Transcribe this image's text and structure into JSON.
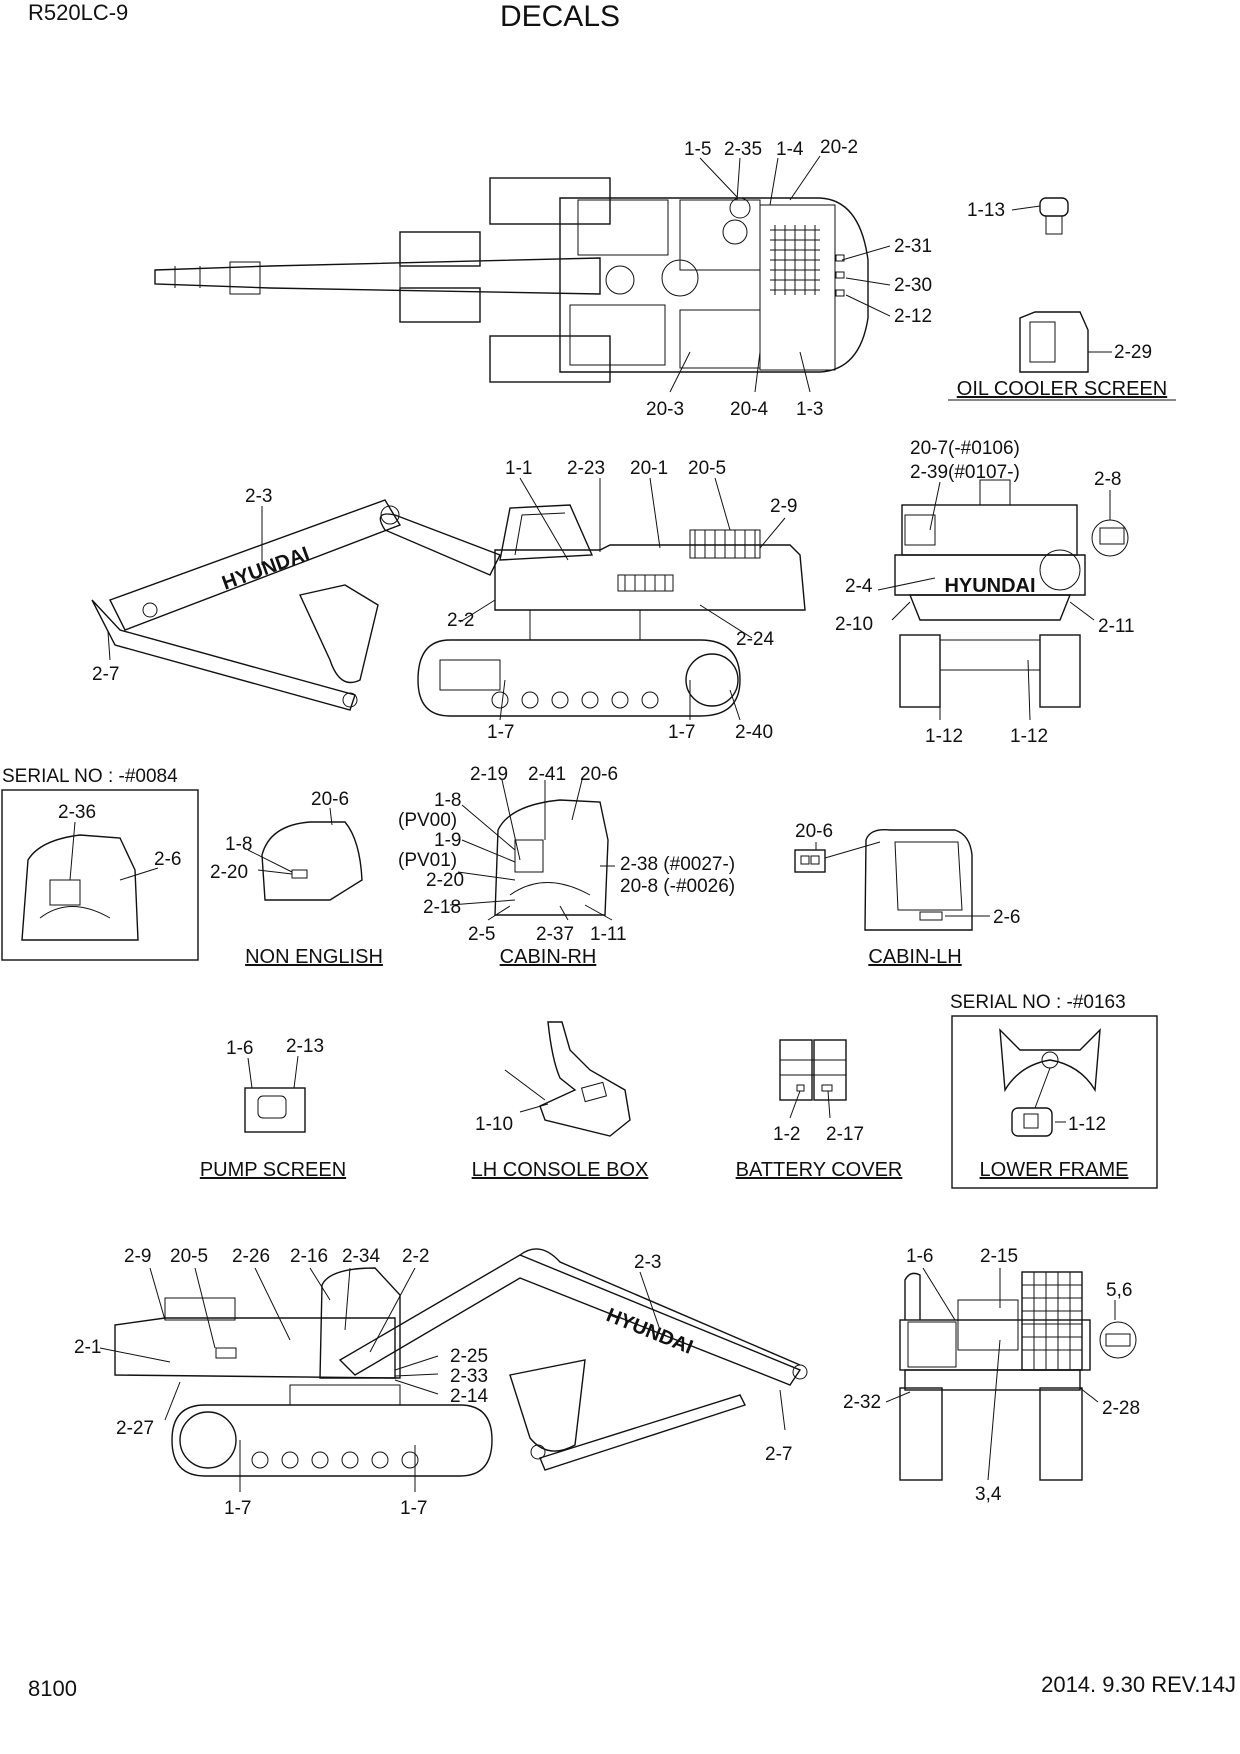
{
  "header": {
    "model": "R520LC-9",
    "title": "DECALS"
  },
  "footer": {
    "page": "8100",
    "date_rev": "2014. 9.30  REV.14J"
  },
  "branding": {
    "boom": "HYUNDAI",
    "rear": "HYUNDAI"
  },
  "views": {
    "top": {
      "labels": [
        "1-5",
        "2-35",
        "1-4",
        "20-2",
        "2-31",
        "2-30",
        "2-12",
        "20-3",
        "20-4",
        "1-3"
      ]
    },
    "side": {
      "labels": [
        "1-1",
        "2-23",
        "20-1",
        "20-5",
        "2-9",
        "2-3",
        "2-2",
        "2-24",
        "2-7",
        "1-7",
        "1-7",
        "2-40"
      ]
    },
    "rear": {
      "labels": [
        "20-7(-#0106)",
        "2-39(#0107-)",
        "2-8",
        "2-4",
        "2-10",
        "2-11",
        "1-12",
        "1-12"
      ]
    },
    "oil_cooler": {
      "caption": "OIL COOLER SCREEN",
      "labels": [
        "1-13",
        "2-29"
      ]
    },
    "non_english": {
      "serial": "SERIAL NO : -#0084",
      "caption": "NON ENGLISH",
      "labels": [
        "2-36",
        "2-6",
        "20-6",
        "1-8",
        "2-20"
      ]
    },
    "cabin_rh": {
      "caption": "CABIN-RH",
      "labels": [
        "2-19",
        "2-41",
        "20-6",
        "1-8",
        "(PV00)",
        "1-9",
        "(PV01)",
        "2-20",
        "2-18",
        "2-5",
        "2-37",
        "1-11",
        "2-38 (#0027-)",
        "20-8 (-#0026)"
      ]
    },
    "cabin_lh": {
      "caption": "CABIN-LH",
      "labels": [
        "20-6",
        "2-6"
      ]
    },
    "pump_screen": {
      "caption": "PUMP SCREEN",
      "labels": [
        "1-6",
        "2-13"
      ]
    },
    "lh_console": {
      "caption": "LH CONSOLE BOX",
      "labels": [
        "1-10"
      ]
    },
    "battery_cover": {
      "caption": "BATTERY COVER",
      "labels": [
        "1-2",
        "2-17"
      ]
    },
    "lower_frame": {
      "serial": "SERIAL NO : -#0163",
      "caption": "LOWER FRAME",
      "labels": [
        "1-12"
      ]
    },
    "side_right": {
      "labels": [
        "2-9",
        "20-5",
        "2-26",
        "2-16",
        "2-34",
        "2-2",
        "2-3",
        "2-1",
        "2-25",
        "2-33",
        "2-14",
        "2-27",
        "2-7",
        "1-7",
        "1-7"
      ]
    },
    "front": {
      "labels": [
        "1-6",
        "2-15",
        "5,6",
        "2-32",
        "2-28",
        "3,4"
      ]
    }
  }
}
